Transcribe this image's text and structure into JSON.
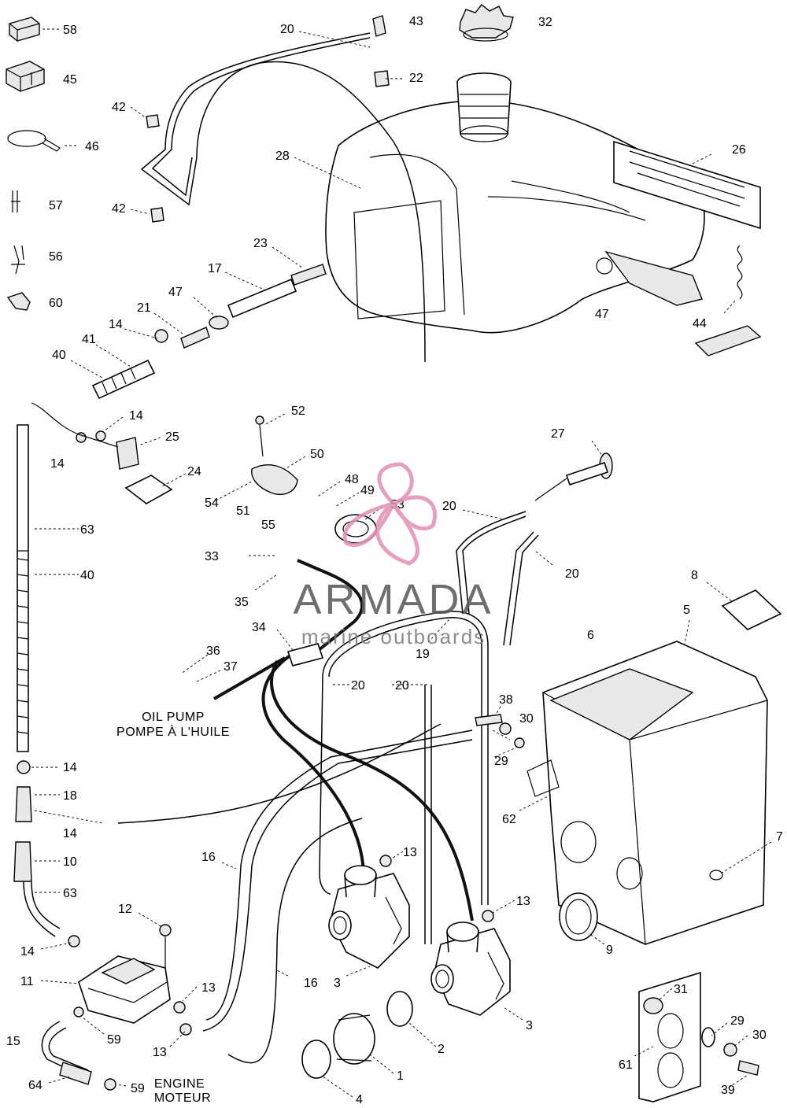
{
  "watermark": {
    "brand": "ARMADA",
    "tagline": "marine outboards",
    "logo_color": "#e38fb6"
  },
  "labels": {
    "oil_pump_en": "OIL PUMP",
    "oil_pump_fr": "POMPE À L'HUILE",
    "engine_en": "ENGINE",
    "engine_fr": "MOTEUR"
  },
  "callouts": [
    {
      "id": "c58",
      "text": "58"
    },
    {
      "id": "c45",
      "text": "45"
    },
    {
      "id": "c46",
      "text": "46"
    },
    {
      "id": "c57",
      "text": "57"
    },
    {
      "id": "c56",
      "text": "56"
    },
    {
      "id": "c60",
      "text": "60"
    },
    {
      "id": "c20a",
      "text": "20"
    },
    {
      "id": "c43",
      "text": "43"
    },
    {
      "id": "c32",
      "text": "32"
    },
    {
      "id": "c22",
      "text": "22"
    },
    {
      "id": "c42a",
      "text": "42"
    },
    {
      "id": "c42b",
      "text": "42"
    },
    {
      "id": "c28",
      "text": "28"
    },
    {
      "id": "c26",
      "text": "26"
    },
    {
      "id": "c23",
      "text": "23"
    },
    {
      "id": "c17",
      "text": "17"
    },
    {
      "id": "c47a",
      "text": "47"
    },
    {
      "id": "c21",
      "text": "21"
    },
    {
      "id": "c14a",
      "text": "14"
    },
    {
      "id": "c41",
      "text": "41"
    },
    {
      "id": "c40a",
      "text": "40"
    },
    {
      "id": "c47b",
      "text": "47"
    },
    {
      "id": "c44",
      "text": "44"
    },
    {
      "id": "c52",
      "text": "52"
    },
    {
      "id": "c14b",
      "text": "14"
    },
    {
      "id": "c25",
      "text": "25"
    },
    {
      "id": "c14c",
      "text": "14"
    },
    {
      "id": "c24",
      "text": "24"
    },
    {
      "id": "c50",
      "text": "50"
    },
    {
      "id": "c48",
      "text": "48"
    },
    {
      "id": "c49",
      "text": "49"
    },
    {
      "id": "c27",
      "text": "27"
    },
    {
      "id": "c54",
      "text": "54"
    },
    {
      "id": "c51",
      "text": "51"
    },
    {
      "id": "c55",
      "text": "55"
    },
    {
      "id": "c53",
      "text": "53"
    },
    {
      "id": "c20b",
      "text": "20"
    },
    {
      "id": "c20c",
      "text": "20"
    },
    {
      "id": "c63a",
      "text": "63"
    },
    {
      "id": "c40b",
      "text": "40"
    },
    {
      "id": "c33",
      "text": "33"
    },
    {
      "id": "c35",
      "text": "35"
    },
    {
      "id": "c8",
      "text": "8"
    },
    {
      "id": "c5",
      "text": "5"
    },
    {
      "id": "c6",
      "text": "6"
    },
    {
      "id": "c34",
      "text": "34"
    },
    {
      "id": "c19",
      "text": "19"
    },
    {
      "id": "c36",
      "text": "36"
    },
    {
      "id": "c37",
      "text": "37"
    },
    {
      "id": "c20d",
      "text": "20"
    },
    {
      "id": "c20e",
      "text": "20"
    },
    {
      "id": "c38",
      "text": "38"
    },
    {
      "id": "c30a",
      "text": "30"
    },
    {
      "id": "c29a",
      "text": "29"
    },
    {
      "id": "c14d",
      "text": "14"
    },
    {
      "id": "c18",
      "text": "18"
    },
    {
      "id": "c14e",
      "text": "14"
    },
    {
      "id": "c62",
      "text": "62"
    },
    {
      "id": "c7",
      "text": "7"
    },
    {
      "id": "c10",
      "text": "10"
    },
    {
      "id": "c16a",
      "text": "16"
    },
    {
      "id": "c13a",
      "text": "13"
    },
    {
      "id": "c63b",
      "text": "63"
    },
    {
      "id": "c13b",
      "text": "13"
    },
    {
      "id": "c9",
      "text": "9"
    },
    {
      "id": "c12",
      "text": "12"
    },
    {
      "id": "c14f",
      "text": "14"
    },
    {
      "id": "c11",
      "text": "11"
    },
    {
      "id": "c16b",
      "text": "16"
    },
    {
      "id": "c3a",
      "text": "3"
    },
    {
      "id": "c13c",
      "text": "13"
    },
    {
      "id": "c31",
      "text": "31"
    },
    {
      "id": "c15",
      "text": "15"
    },
    {
      "id": "c59a",
      "text": "59"
    },
    {
      "id": "c13d",
      "text": "13"
    },
    {
      "id": "c2",
      "text": "2"
    },
    {
      "id": "c3b",
      "text": "3"
    },
    {
      "id": "c29b",
      "text": "29"
    },
    {
      "id": "c30b",
      "text": "30"
    },
    {
      "id": "c61",
      "text": "61"
    },
    {
      "id": "c1",
      "text": "1"
    },
    {
      "id": "c64",
      "text": "64"
    },
    {
      "id": "c59b",
      "text": "59"
    },
    {
      "id": "c4",
      "text": "4"
    },
    {
      "id": "c39",
      "text": "39"
    }
  ]
}
